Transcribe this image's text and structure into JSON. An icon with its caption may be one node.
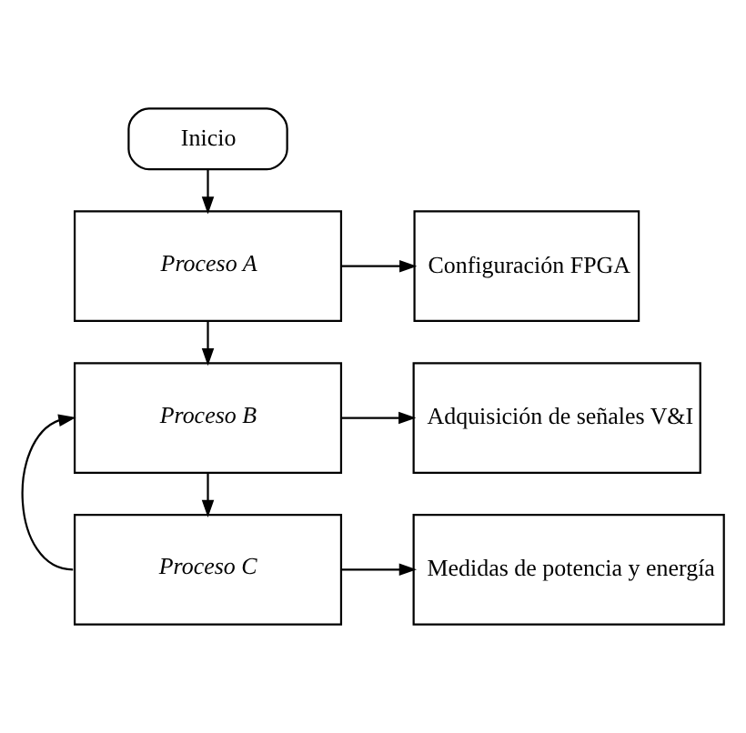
{
  "diagram": {
    "nodes": [
      {
        "text": [
          "Inicio"
        ]
      },
      {
        "text": [
          "Proceso A"
        ]
      },
      {
        "text": [
          "Configuración FPGA"
        ]
      },
      {
        "text": [
          "Proceso B"
        ]
      },
      {
        "text": [
          "Adquisición de señales V&I"
        ]
      },
      {
        "text": [
          "Proceso C"
        ]
      },
      {
        "text": [
          "Medidas de potencia y energía"
        ]
      }
    ],
    "edges": [
      {
        "from": 0,
        "to": 1,
        "arrow": "to"
      },
      {
        "from": 1,
        "to": 2,
        "arrow": "to"
      },
      {
        "from": 1,
        "to": 3,
        "arrow": "to"
      },
      {
        "from": 3,
        "to": 4,
        "arrow": "to"
      },
      {
        "from": 3,
        "to": 5,
        "arrow": "to"
      },
      {
        "from": 5,
        "to": 3,
        "arrow": "to"
      },
      {
        "from": 5,
        "to": 6,
        "arrow": "to"
      }
    ]
  }
}
